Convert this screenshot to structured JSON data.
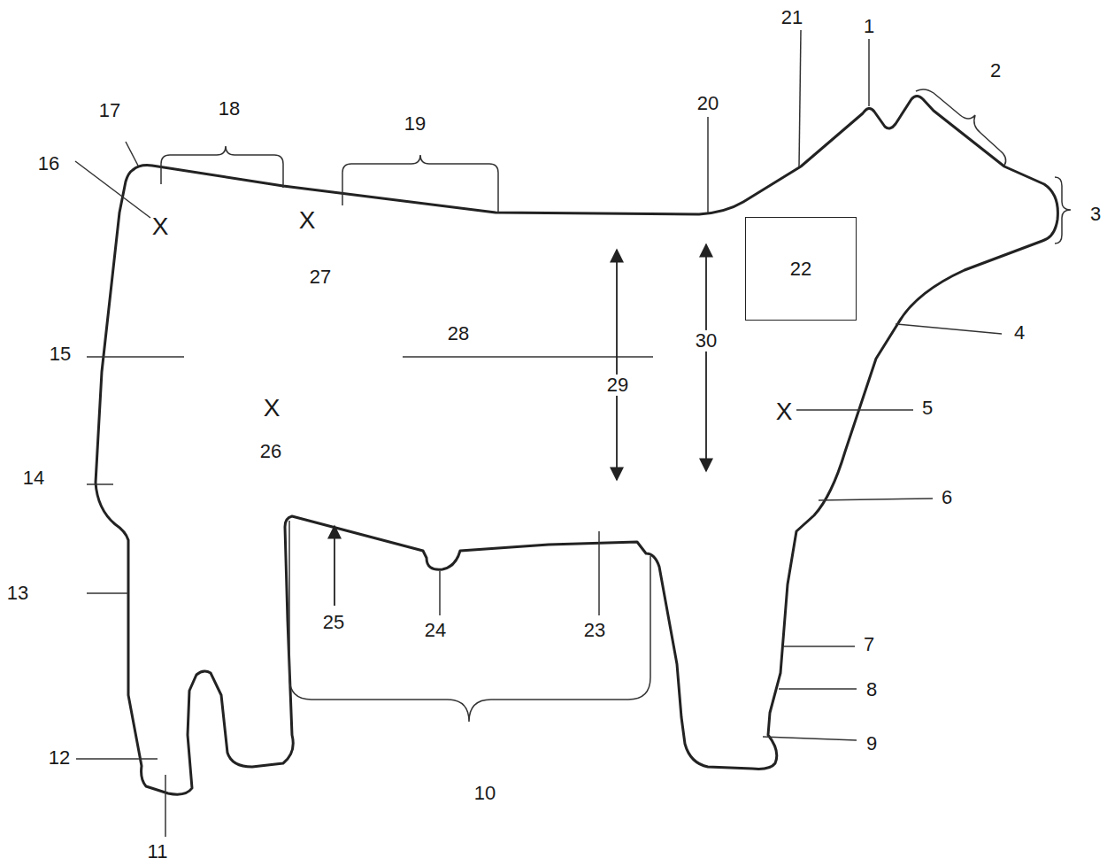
{
  "diagram": {
    "nodes": [
      {
        "text": [
          "22"
        ]
      }
    ],
    "labels": [
      "1",
      "2",
      "3",
      "4",
      "5",
      "6",
      "7",
      "8",
      "9",
      "10",
      "11",
      "12",
      "13",
      "14",
      "15",
      "16",
      "17",
      "18",
      "19",
      "20",
      "21",
      "23",
      "24",
      "25",
      "26",
      "27",
      "28",
      "29",
      "30",
      "X",
      "X",
      "X",
      "X"
    ]
  }
}
